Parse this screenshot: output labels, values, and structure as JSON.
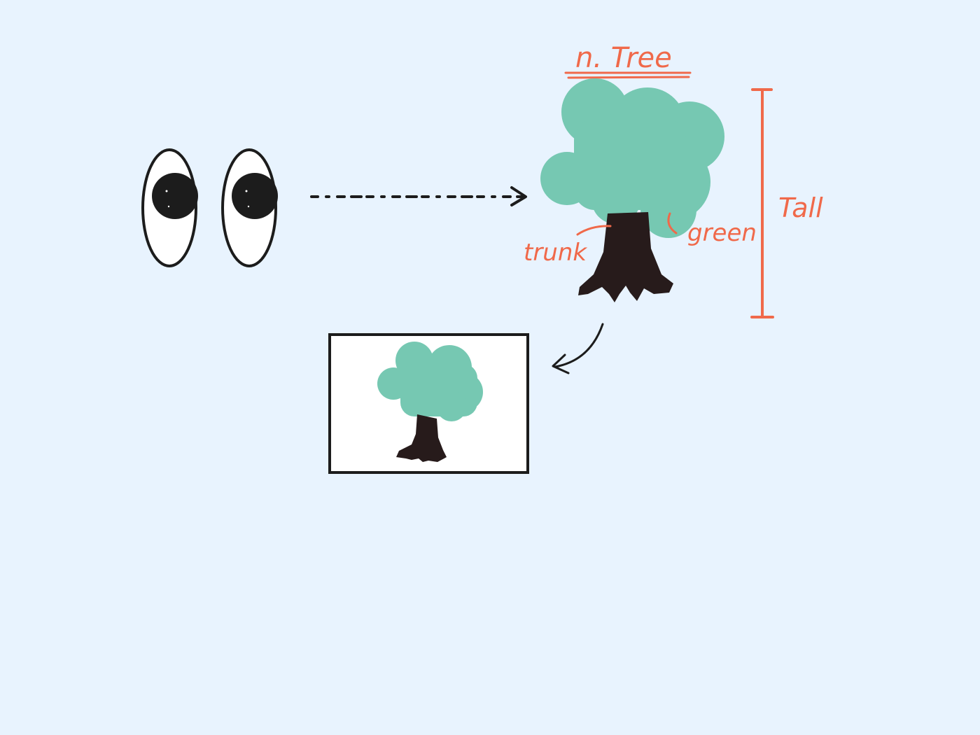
{
  "labels": {
    "title": "n. Tree",
    "trunk": "trunk",
    "green": "green",
    "tall": "Tall"
  },
  "colors": {
    "background": "#e8f3fe",
    "ink": "#1c1c1c",
    "annotation": "#f0694a",
    "foliage": "#76c8b2",
    "trunk": "#271b1b",
    "eye_white": "#ffffff",
    "frame_fill": "#ffffff"
  },
  "icons": {
    "eyes": "eyes-icon",
    "tree": "tree-icon",
    "picture": "picture-frame-icon"
  }
}
